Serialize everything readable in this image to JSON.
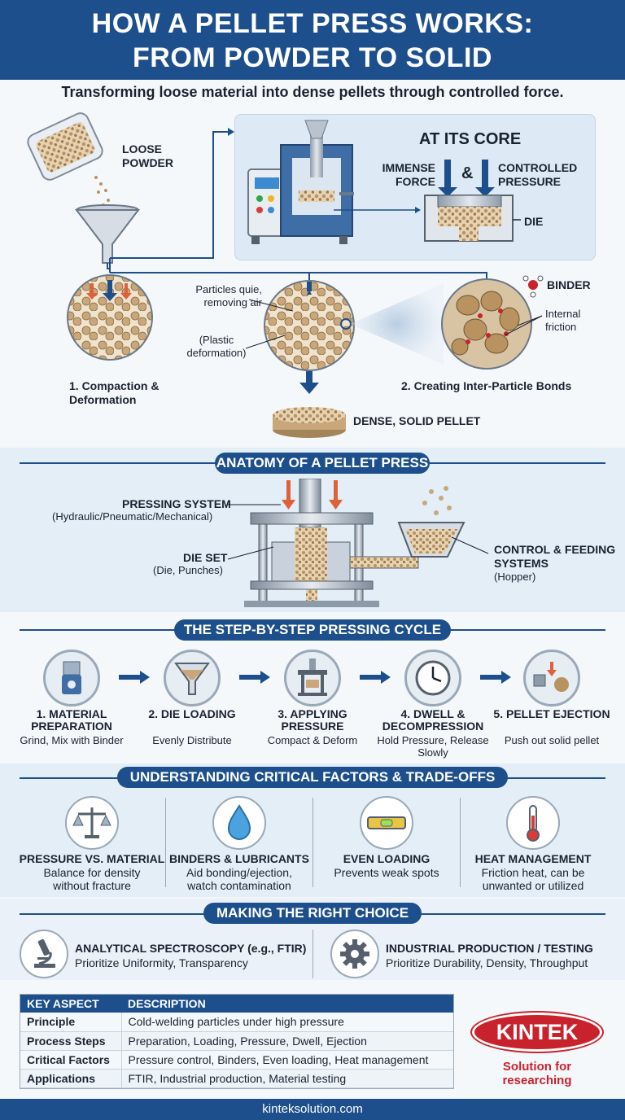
{
  "header": {
    "title_line1": "HOW A PELLET PRESS WORKS:",
    "title_line2": "FROM POWDER TO SOLID",
    "subtitle": "Transforming loose material into dense pellets through controlled force."
  },
  "overview": {
    "loose_powder": "LOOSE POWDER",
    "core_title": "AT ITS CORE",
    "immense_force": "IMMENSE FORCE",
    "and": "&",
    "controlled_pressure": "CONTROLLED PRESSURE",
    "die": "DIE",
    "particles_note": "Particles quie, removing air",
    "plastic_note": "(Plastic deformation)",
    "binder": "BINDER",
    "internal_friction": "Internal friction",
    "step1": "1. Compaction & Deformation",
    "step2": "2. Creating Inter-Particle Bonds",
    "dense_pellet": "DENSE, SOLID PELLET"
  },
  "anatomy": {
    "title": "ANATOMY OF A PELLET PRESS",
    "pressing_system": "PRESSING SYSTEM",
    "pressing_sub": "(Hydraulic/Pneumatic/Mechanical)",
    "die_set": "DIE SET",
    "die_set_sub": "(Die, Punches)",
    "control": "CONTROL & FEEDING SYSTEMS",
    "control_sub": "(Hopper)"
  },
  "cycle": {
    "title": "THE STEP-BY-STEP PRESSING CYCLE",
    "steps": [
      {
        "title": "1. MATERIAL PREPARATION",
        "desc": "Grind, Mix with Binder",
        "icon": "grinder-icon"
      },
      {
        "title": "2. DIE LOADING",
        "desc": "Evenly Distribute",
        "icon": "funnel-icon"
      },
      {
        "title": "3. APPLYING PRESSURE",
        "desc": "Compact & Deform",
        "icon": "press-icon"
      },
      {
        "title": "4. DWELL & DECOMPRESSION",
        "desc": "Hold Pressure, Release Slowly",
        "icon": "clock-icon"
      },
      {
        "title": "5. PELLET EJECTION",
        "desc": "Push out solid pellet",
        "icon": "ejection-icon"
      }
    ]
  },
  "factors": {
    "title": "UNDERSTANDING CRITICAL FACTORS & TRADE-OFFS",
    "items": [
      {
        "title": "PRESSURE VS. MATERIAL",
        "desc": "Balance for density without fracture",
        "icon": "scale-icon"
      },
      {
        "title": "BINDERS & LUBRICANTS",
        "desc": "Aid bonding/ejection, watch contamination",
        "icon": "droplet-icon"
      },
      {
        "title": "EVEN LOADING",
        "desc": "Prevents weak spots",
        "icon": "level-icon"
      },
      {
        "title": "HEAT MANAGEMENT",
        "desc": "Friction heat, can be unwanted or utilized",
        "icon": "thermometer-icon"
      }
    ]
  },
  "choice": {
    "title": "MAKING THE RIGHT CHOICE",
    "left_title": "ANALYTICAL SPECTROSCOPY (e.g., FTIR)",
    "left_desc": "Prioritize Uniformity, Transparency",
    "right_title": "INDUSTRIAL PRODUCTION / TESTING",
    "right_desc": "Prioritize Durability, Density, Throughput"
  },
  "table": {
    "col1": "KEY ASPECT",
    "col2": "DESCRIPTION",
    "rows": [
      {
        "k": "Principle",
        "v": "Cold-welding particles under high pressure"
      },
      {
        "k": "Process Steps",
        "v": "Preparation, Loading, Pressure, Dwell, Ejection"
      },
      {
        "k": "Critical Factors",
        "v": "Pressure control, Binders, Even loading, Heat management"
      },
      {
        "k": "Applications",
        "v": "FTIR, Industrial production, Material testing"
      }
    ]
  },
  "brand": {
    "logo": "KINTEK",
    "tagline": "Solution for researching",
    "footer": "kinteksolution.com"
  },
  "colors": {
    "navy": "#1d4f8c",
    "orange": "#e0603a",
    "red": "#c8232c",
    "powder": "#c9a77a"
  }
}
